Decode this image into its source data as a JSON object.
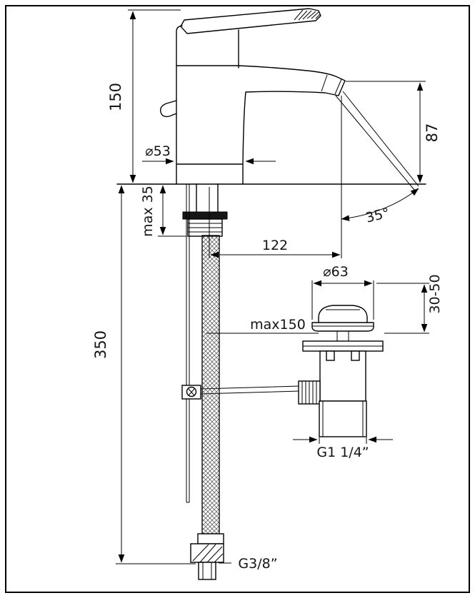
{
  "drawing": {
    "type": "technical-dimension-drawing",
    "subject": "single-lever basin mixer faucet with pop-up waste and flexible supply hose, side view",
    "background": "#ffffff",
    "line_color": "#000000",
    "labels": {
      "total_height": "150",
      "base_diameter": "⌀53",
      "spout_height": "87",
      "stream_angle": "35°",
      "max_deck_thickness": "max 35",
      "spout_reach": "122",
      "waste_flange_diameter": "⌀63",
      "waste_clamp_range": "30-50",
      "rod_reach": "max150",
      "hose_length": "350",
      "waste_thread": "G1 1/4”",
      "supply_thread": "G3/8”"
    }
  }
}
